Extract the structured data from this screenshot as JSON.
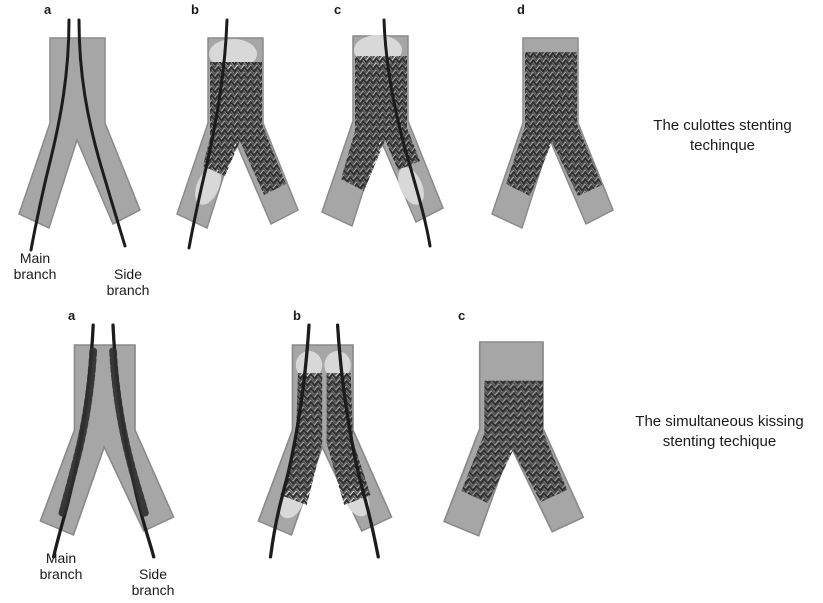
{
  "figure": {
    "background": "#ffffff",
    "colors": {
      "background": "#ffffff",
      "vessel": "#a6a6a6",
      "vessel_outline": "#8a8a8a",
      "wire": "#1c1c1c",
      "stent": "#2f2f2f",
      "balloon": "#dadada",
      "text": "#1a1a1a"
    },
    "top_row": {
      "caption": "The culottes stenting techinque",
      "panel_labels": [
        "a",
        "b",
        "c",
        "d"
      ],
      "main_branch_label": "Main branch",
      "side_branch_label": "Side branch"
    },
    "bottom_row": {
      "caption": "The simultaneous kissing stenting techique",
      "panel_labels": [
        "a",
        "b",
        "c"
      ],
      "main_branch_label": "Main branch",
      "side_branch_label": "Side branch"
    }
  }
}
